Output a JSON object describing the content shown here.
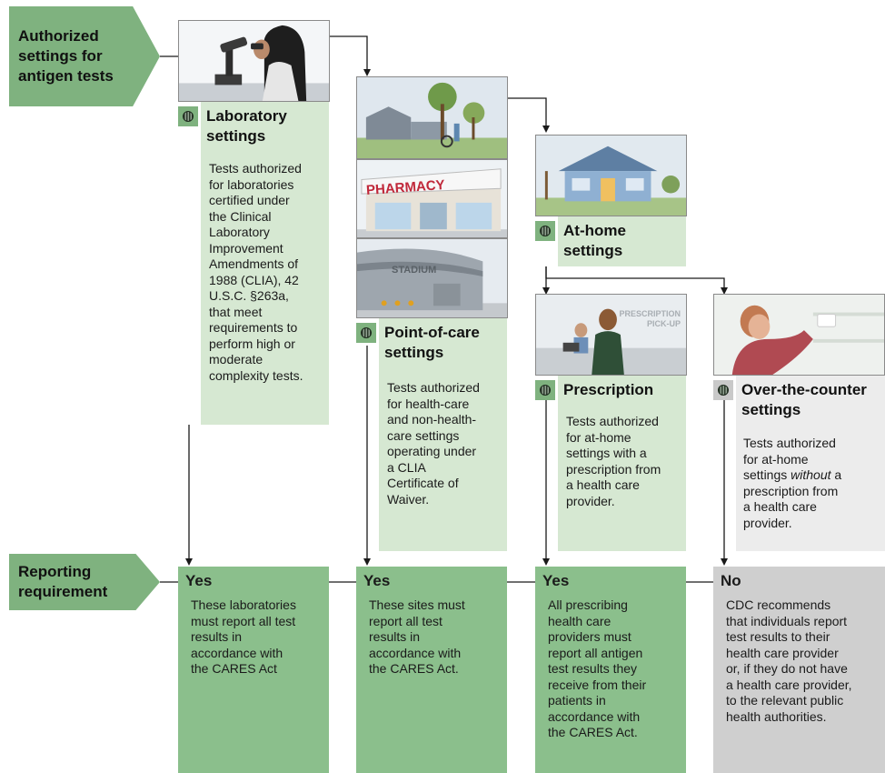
{
  "rows": {
    "authorized_label": "Authorized\nsettings for\nantigen tests",
    "reporting_label": "Reporting\nrequirement"
  },
  "settings": {
    "laboratory": {
      "title": "Laboratory\nsettings",
      "desc": "Tests authorized\nfor laboratories\ncertified under\nthe Clinical\nLaboratory\nImprovement\nAmendments of\n1988 (CLIA), 42\nU.S.C. §263a,\nthat meet\nrequirements to\nperform high or\nmoderate\ncomplexity tests."
    },
    "point_of_care": {
      "title": "Point-of-care\nsettings",
      "desc": "Tests authorized\nfor health-care\nand non-health-\ncare settings\noperating under\na CLIA\nCertificate of\nWaiver.",
      "pharmacy_sign": "PHARMACY",
      "stadium_sign": "STADIUM"
    },
    "at_home": {
      "title": "At-home\nsettings"
    },
    "prescription": {
      "title": "Prescription",
      "desc": "Tests authorized\nfor at-home\nsettings with a\nprescription from\na health care\nprovider.",
      "sign": "PRESCRIPTION\nPICK-UP"
    },
    "otc": {
      "title": "Over-the-counter\nsettings",
      "desc_pre": "Tests authorized\nfor at-home\nsettings ",
      "desc_em": "without",
      "desc_post": " a\nprescription from\na health care\nprovider."
    }
  },
  "reporting": [
    {
      "answer": "Yes",
      "text": "These laboratories\nmust report all test\nresults in\naccordance with\nthe CARES Act"
    },
    {
      "answer": "Yes",
      "text": "These sites must\nreport all test\nresults in\naccordance with\nthe CARES Act."
    },
    {
      "answer": "Yes",
      "text": "All prescribing\nhealth care\nproviders must\nreport all antigen\ntest results they\nreceive from their\npatients in\naccordance with\nthe CARES Act."
    },
    {
      "answer": "No",
      "text": "CDC recommends\nthat individuals report\ntest results to their\nhealth care provider\nor, if they do not have\na health care provider,\nto the relevant public\nhealth authorities."
    }
  ],
  "colors": {
    "label_green": "#7fb27f",
    "panel_green": "#d6e8d2",
    "result_green": "#8bbf8c",
    "result_gray": "#cfcfcf",
    "panel_gray": "#ececec"
  }
}
